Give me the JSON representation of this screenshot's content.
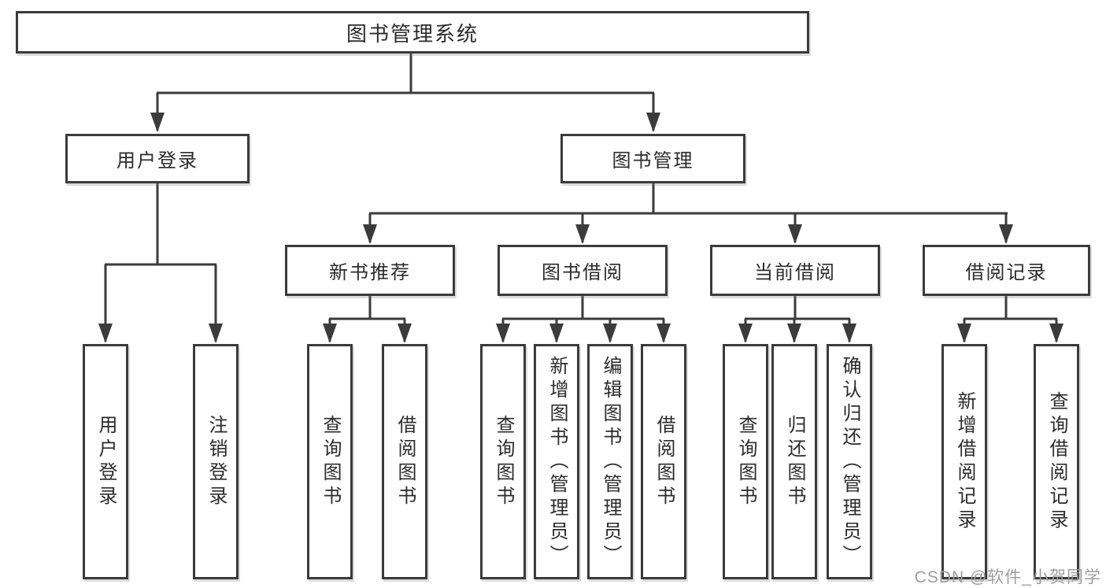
{
  "colors": {
    "line": "#3b3b3b",
    "text": "#2b2b2b",
    "background": "#ffffff",
    "watermark": "#9e9e9e"
  },
  "tree": {
    "root": {
      "label": "图书管理系统",
      "children": [
        {
          "label": "用户登录",
          "children": [
            {
              "label": "用户登录"
            },
            {
              "label": "注销登录"
            }
          ]
        },
        {
          "label": "图书管理",
          "children": [
            {
              "label": "新书推荐",
              "children": [
                {
                  "label": "查询图书"
                },
                {
                  "label": "借阅图书"
                }
              ]
            },
            {
              "label": "图书借阅",
              "children": [
                {
                  "label": "查询图书"
                },
                {
                  "label": "新增图书（管理员）"
                },
                {
                  "label": "编辑图书（管理员）"
                },
                {
                  "label": "借阅图书"
                }
              ]
            },
            {
              "label": "当前借阅",
              "children": [
                {
                  "label": "查询图书"
                },
                {
                  "label": "归还图书"
                },
                {
                  "label": "确认归还（管理员）"
                }
              ]
            },
            {
              "label": "借阅记录",
              "children": [
                {
                  "label": "新增借阅记录"
                },
                {
                  "label": "查询借阅记录"
                }
              ]
            }
          ]
        }
      ]
    }
  },
  "watermark": "CSDN @软件_小贺同学"
}
